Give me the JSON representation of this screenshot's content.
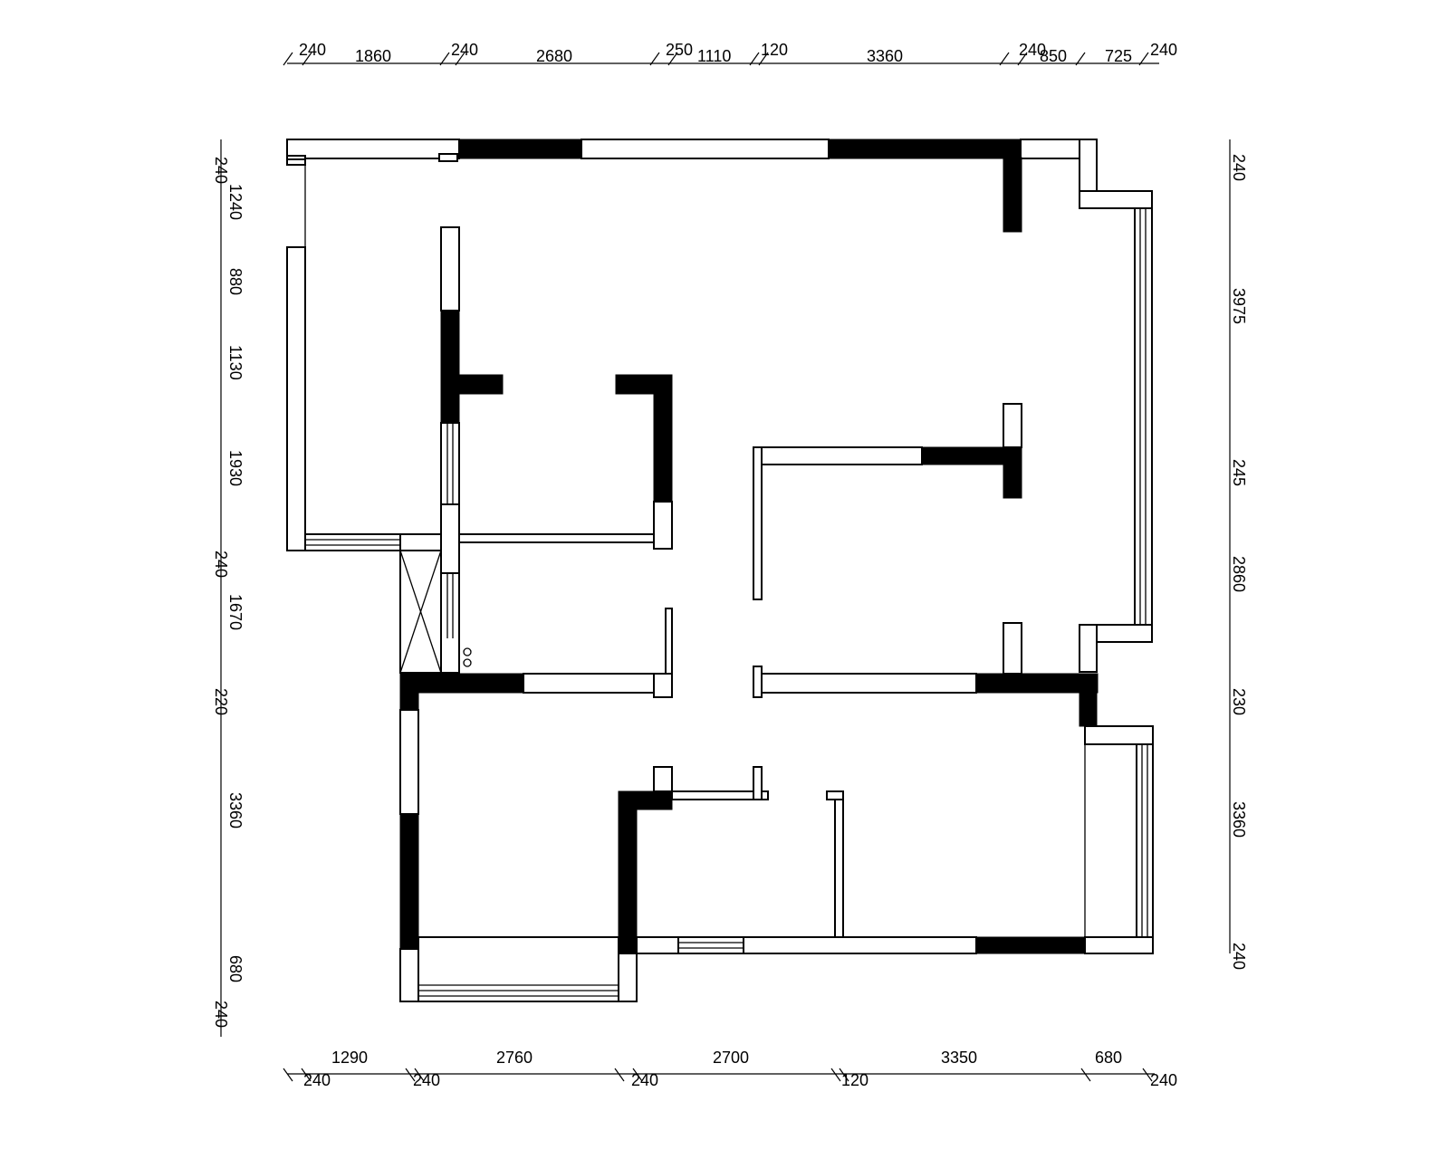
{
  "colors": {
    "background": "#ffffff",
    "wall": "#000000"
  },
  "top_dimensions": [
    {
      "text": "240",
      "raised": true
    },
    {
      "text": "1860",
      "raised": false
    },
    {
      "text": "240",
      "raised": true
    },
    {
      "text": "2680",
      "raised": false
    },
    {
      "text": "250",
      "raised": true
    },
    {
      "text": "1110",
      "raised": false
    },
    {
      "text": "120",
      "raised": true
    },
    {
      "text": "3360",
      "raised": false
    },
    {
      "text": "240",
      "raised": true
    },
    {
      "text": "850",
      "raised": false
    },
    {
      "text": "725",
      "raised": false
    },
    {
      "text": "240",
      "raised": true
    }
  ],
  "bottom_dimensions": [
    {
      "text": "1290",
      "raised": true
    },
    {
      "text": "240",
      "raised": false
    },
    {
      "text": "240",
      "raised": false
    },
    {
      "text": "2760",
      "raised": true
    },
    {
      "text": "240",
      "raised": false
    },
    {
      "text": "2700",
      "raised": true
    },
    {
      "text": "120",
      "raised": false
    },
    {
      "text": "3350",
      "raised": true
    },
    {
      "text": "680",
      "raised": true
    },
    {
      "text": "240",
      "raised": false
    }
  ],
  "left_dimensions": [
    "240",
    "1240",
    "880",
    "1130",
    "1930",
    "240",
    "1670",
    "220",
    "3360",
    "680",
    "240"
  ],
  "right_dimensions": [
    "240",
    "3975",
    "245",
    "2860",
    "230",
    "3360",
    "240"
  ]
}
